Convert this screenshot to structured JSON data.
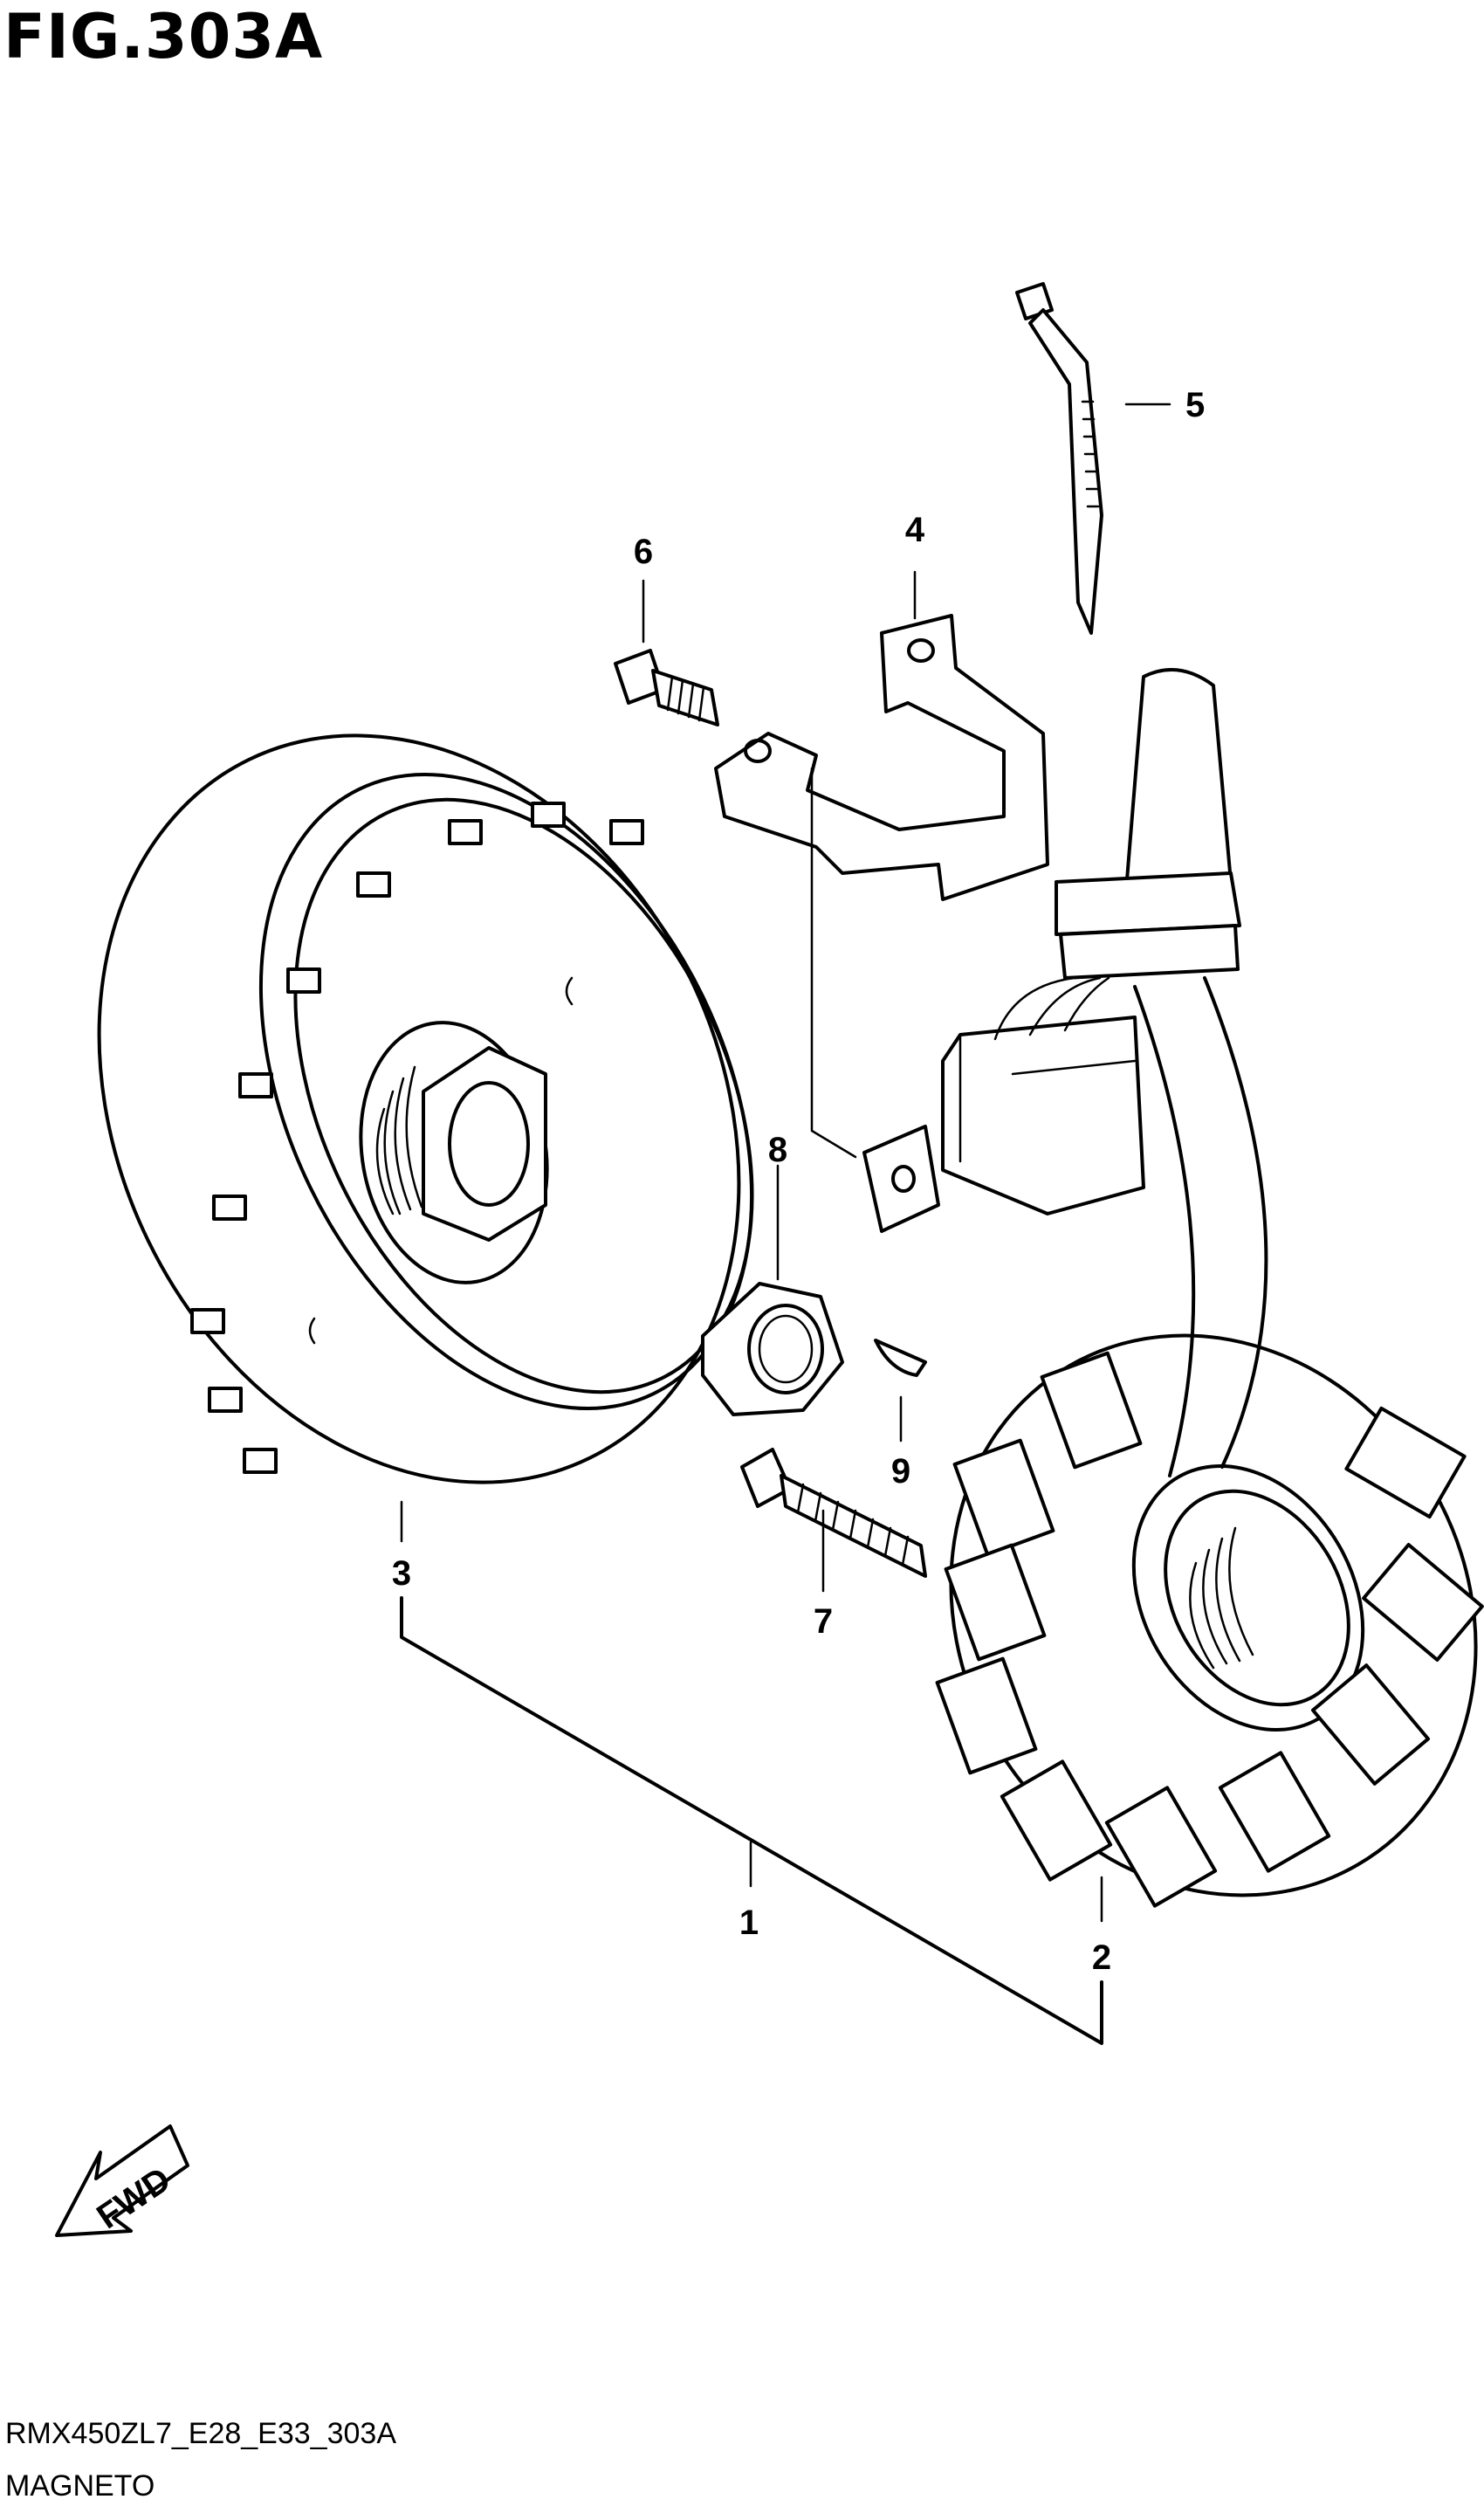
{
  "figure": {
    "title": "FIG.303A",
    "code": "RMX450ZL7_E28_E33_303A",
    "name": "MAGNETO"
  },
  "callouts": [
    "1",
    "2",
    "3",
    "4",
    "5",
    "6",
    "7",
    "8",
    "9"
  ],
  "fwd_label": "FWD"
}
